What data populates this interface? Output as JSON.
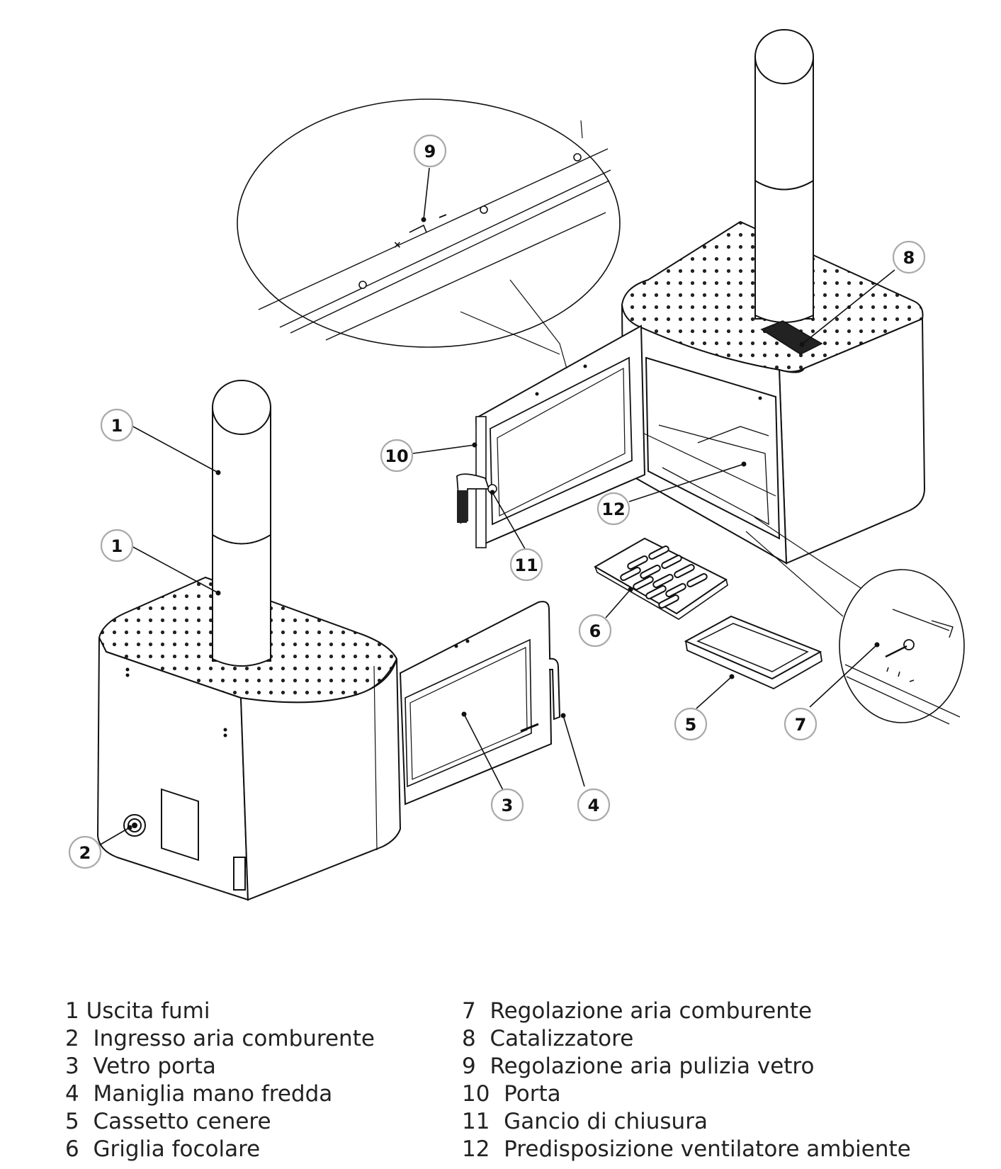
{
  "callouts": [
    "1",
    "1",
    "2",
    "3",
    "4",
    "5",
    "6",
    "7",
    "8",
    "9",
    "10",
    "11",
    "12"
  ],
  "legend_left": [
    {
      "num": "1",
      "label": "Uscita fumi"
    },
    {
      "num": "2",
      "label": "Ingresso aria comburente"
    },
    {
      "num": "3",
      "label": "Vetro porta"
    },
    {
      "num": "4",
      "label": "Maniglia mano fredda"
    },
    {
      "num": "5",
      "label": "Cassetto cenere"
    },
    {
      "num": "6",
      "label": "Griglia focolare"
    }
  ],
  "legend_right": [
    {
      "num": "7",
      "label": "Regolazione aria comburente"
    },
    {
      "num": "8",
      "label": "Catalizzatore"
    },
    {
      "num": "9",
      "label": "Regolazione aria pulizia vetro"
    },
    {
      "num": "10",
      "label": "Porta"
    },
    {
      "num": "11",
      "label": "Gancio di chiusura"
    },
    {
      "num": "12",
      "label": "Predisposizione ventilatore ambiente"
    }
  ]
}
